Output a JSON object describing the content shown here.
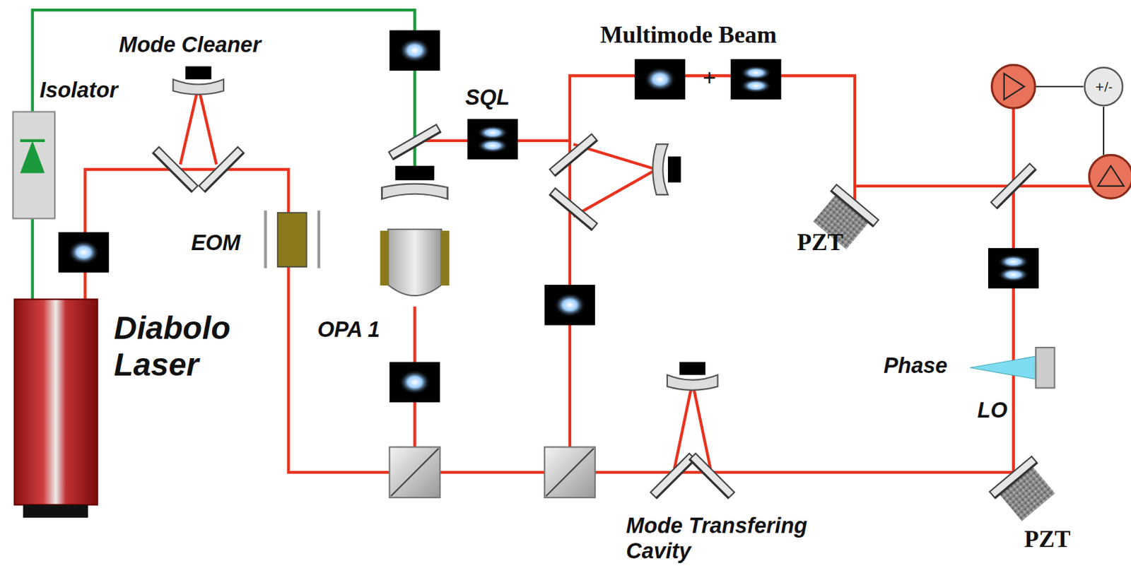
{
  "diagram": {
    "nodes": [
      {
        "text": [
          "+/-"
        ]
      }
    ],
    "labels": [
      "Isolator",
      "Mode Cleaner",
      "Multimode Beam",
      "+",
      "SQL",
      "EOM",
      "OPA 1",
      "Diabolo Laser",
      "PZT",
      "Phase",
      "LO",
      "Mode Transfering Cavity",
      "PZT"
    ]
  }
}
